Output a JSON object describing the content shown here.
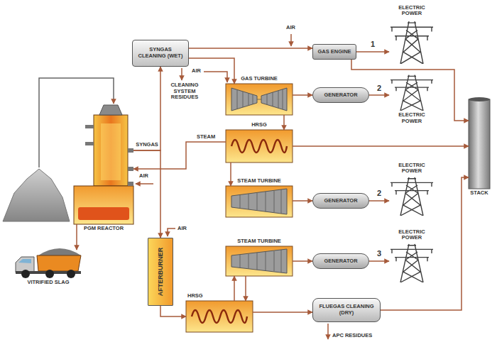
{
  "diagram": {
    "nodes": [
      {
        "text": [
          "SYNGAS CLEANING (WET)"
        ]
      },
      {
        "text": [
          "GAS ENGINE"
        ]
      },
      {
        "text": [
          "ELECTRIC POWER"
        ]
      },
      {
        "text": [
          "GAS TURBINE"
        ]
      },
      {
        "text": [
          "GENERATOR"
        ]
      },
      {
        "text": [
          "ELECTRIC POWER"
        ]
      },
      {
        "text": [
          "HRSG"
        ]
      },
      {
        "text": [
          "STACK"
        ]
      },
      {
        "text": [
          "PGM REACTOR"
        ]
      },
      {
        "text": [
          "STEAM TURBINE"
        ]
      },
      {
        "text": [
          "GENERATOR"
        ]
      },
      {
        "text": [
          "ELECTRIC POWER"
        ]
      },
      {
        "text": [
          "AFTERBURNER"
        ]
      },
      {
        "text": [
          "STEAM TURBINE"
        ]
      },
      {
        "text": [
          "GENERATOR"
        ]
      },
      {
        "text": [
          "ELECTRIC POWER"
        ]
      },
      {
        "text": [
          "VITRIFIED SLAG"
        ]
      },
      {
        "text": [
          "HRSG"
        ]
      },
      {
        "text": [
          "FLUEGAS CLEANING (DRY)"
        ]
      }
    ],
    "edges": [
      {
        "from": 8,
        "to": 0,
        "arrow": "to",
        "label": "SYNGAS"
      },
      {
        "from": 8,
        "to": 12,
        "arrow": "to"
      },
      {
        "from": 0,
        "to": 1,
        "arrow": "to"
      },
      {
        "from": 0,
        "to": 3,
        "arrow": "to"
      },
      {
        "from": 1,
        "to": 2,
        "arrow": "to",
        "label": "1"
      },
      {
        "from": 1,
        "to": 7,
        "arrow": "to"
      },
      {
        "from": 3,
        "to": 4,
        "arrow": "to"
      },
      {
        "from": 4,
        "to": 5,
        "arrow": "to",
        "label": "2"
      },
      {
        "from": 3,
        "to": 6,
        "arrow": "to"
      },
      {
        "from": 6,
        "to": 7,
        "arrow": "to"
      },
      {
        "from": 6,
        "to": 8,
        "arrow": "to",
        "label": "STEAM"
      },
      {
        "from": 6,
        "to": 9,
        "arrow": "to"
      },
      {
        "from": 9,
        "to": 10,
        "arrow": "to"
      },
      {
        "from": 10,
        "to": 11,
        "arrow": "to",
        "label": "2"
      },
      {
        "from": 8,
        "to": 16,
        "arrow": "to"
      },
      {
        "from": 12,
        "to": 17,
        "arrow": "to"
      },
      {
        "from": 17,
        "to": 13,
        "arrow": "to"
      },
      {
        "from": 13,
        "to": 17,
        "arrow": "to"
      },
      {
        "from": 13,
        "to": 14,
        "arrow": "to"
      },
      {
        "from": 14,
        "to": 15,
        "arrow": "to",
        "label": "3"
      },
      {
        "from": 17,
        "to": 18,
        "arrow": "to"
      },
      {
        "from": 18,
        "to": 7,
        "arrow": "to"
      }
    ],
    "labels": [
      "AIR",
      "AIR",
      "CLEANING SYSTEM RESIDUES",
      "AIR",
      "AIR",
      "APC RESIDUES"
    ]
  }
}
